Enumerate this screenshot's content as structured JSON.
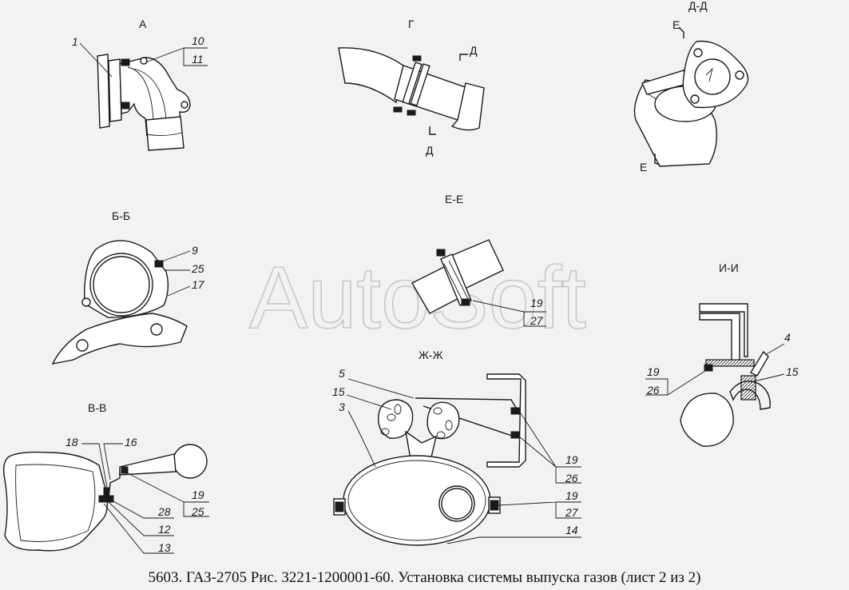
{
  "watermark": "AutoSoft",
  "caption": "5603. ГАЗ-2705 Рис. 3221-1200001-60. Установка системы выпуска газов (лист 2 из 2)",
  "views": {
    "A": "А",
    "G": "Г",
    "DD": "Д-Д",
    "BB": "Б-Б",
    "EE": "Е-Е",
    "II": "И-И",
    "VV": "В-В",
    "ZhZh": "Ж-Ж"
  },
  "section_marks": {
    "D": "Д",
    "E": "Е"
  },
  "callouts": {
    "a_1": "1",
    "a_10": "10",
    "a_11": "11",
    "bb_9": "9",
    "bb_25": "25",
    "bb_17": "17",
    "ee_19": "19",
    "ee_27": "27",
    "ii_4": "4",
    "ii_19": "19",
    "ii_26": "26",
    "ii_15": "15",
    "zh_5": "5",
    "zh_15": "15",
    "zh_3": "3",
    "zh_19a": "19",
    "zh_26": "26",
    "zh_19b": "19",
    "zh_27": "27",
    "zh_14": "14",
    "vv_18": "18",
    "vv_16": "16",
    "vv_19": "19",
    "vv_25": "25",
    "vv_28": "28",
    "vv_12": "12",
    "vv_13": "13"
  }
}
